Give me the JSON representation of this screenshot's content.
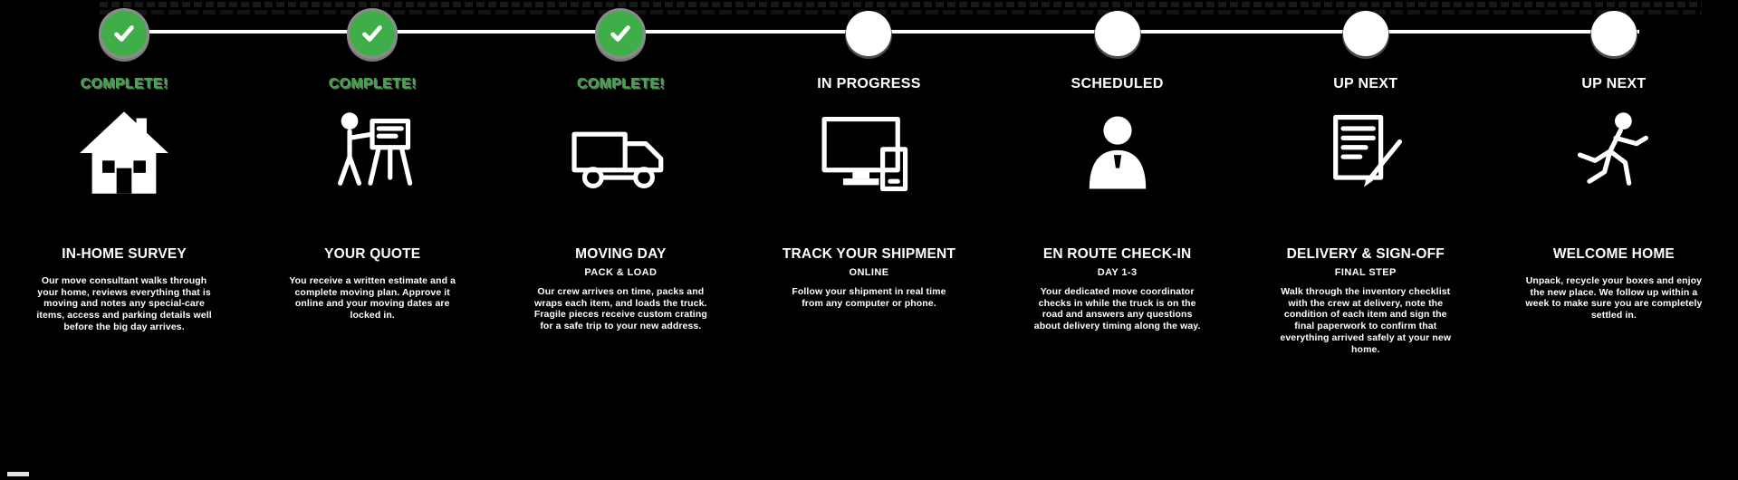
{
  "page": {
    "background": "#000000",
    "accent_green": "#3fae49",
    "line_color": "#ffffff",
    "shadow_gray": "#8b8b8b"
  },
  "timeline": {
    "steps": [
      {
        "status_label": "COMPLETE!",
        "state": "complete",
        "icon": "house-icon",
        "heading": "IN-HOME SURVEY",
        "subheading": "",
        "description": "Our move consultant walks through your home, reviews everything that is moving and notes any special-care items, access and parking details well before the big day arrives."
      },
      {
        "status_label": "COMPLETE!",
        "state": "complete",
        "icon": "estimate-easel-icon",
        "heading": "YOUR QUOTE",
        "subheading": "",
        "description": "You receive a written estimate and a complete moving plan. Approve it online and your moving dates are locked in."
      },
      {
        "status_label": "COMPLETE!",
        "state": "complete",
        "icon": "moving-truck-icon",
        "heading": "MOVING DAY",
        "subheading": "PACK & LOAD",
        "description": "Our crew arrives on time, packs and wraps each item, and loads the truck. Fragile pieces receive custom crating for a safe trip to your new address."
      },
      {
        "status_label": "IN PROGRESS",
        "state": "pending",
        "icon": "computer-phone-icon",
        "heading": "TRACK YOUR SHIPMENT",
        "subheading": "ONLINE",
        "description": "Follow your shipment in real time from any computer or phone."
      },
      {
        "status_label": "SCHEDULED",
        "state": "pending",
        "icon": "coordinator-icon",
        "heading": "EN ROUTE CHECK-IN",
        "subheading": "DAY 1-3",
        "description": "Your dedicated move coordinator checks in while the truck is on the road and answers any questions about delivery timing along the way."
      },
      {
        "status_label": "UP NEXT",
        "state": "pending",
        "icon": "contract-icon",
        "heading": "DELIVERY & SIGN-OFF",
        "subheading": "FINAL STEP",
        "description": "Walk through the inventory checklist with the crew at delivery, note the condition of each item and sign the final paperwork to confirm that everything arrived safely at your new home."
      },
      {
        "status_label": "UP NEXT",
        "state": "pending",
        "icon": "settle-in-icon",
        "heading": "WELCOME HOME",
        "subheading": "",
        "description": "Unpack, recycle your boxes and enjoy the new place. We follow up within a week to make sure you are completely settled in."
      }
    ]
  }
}
